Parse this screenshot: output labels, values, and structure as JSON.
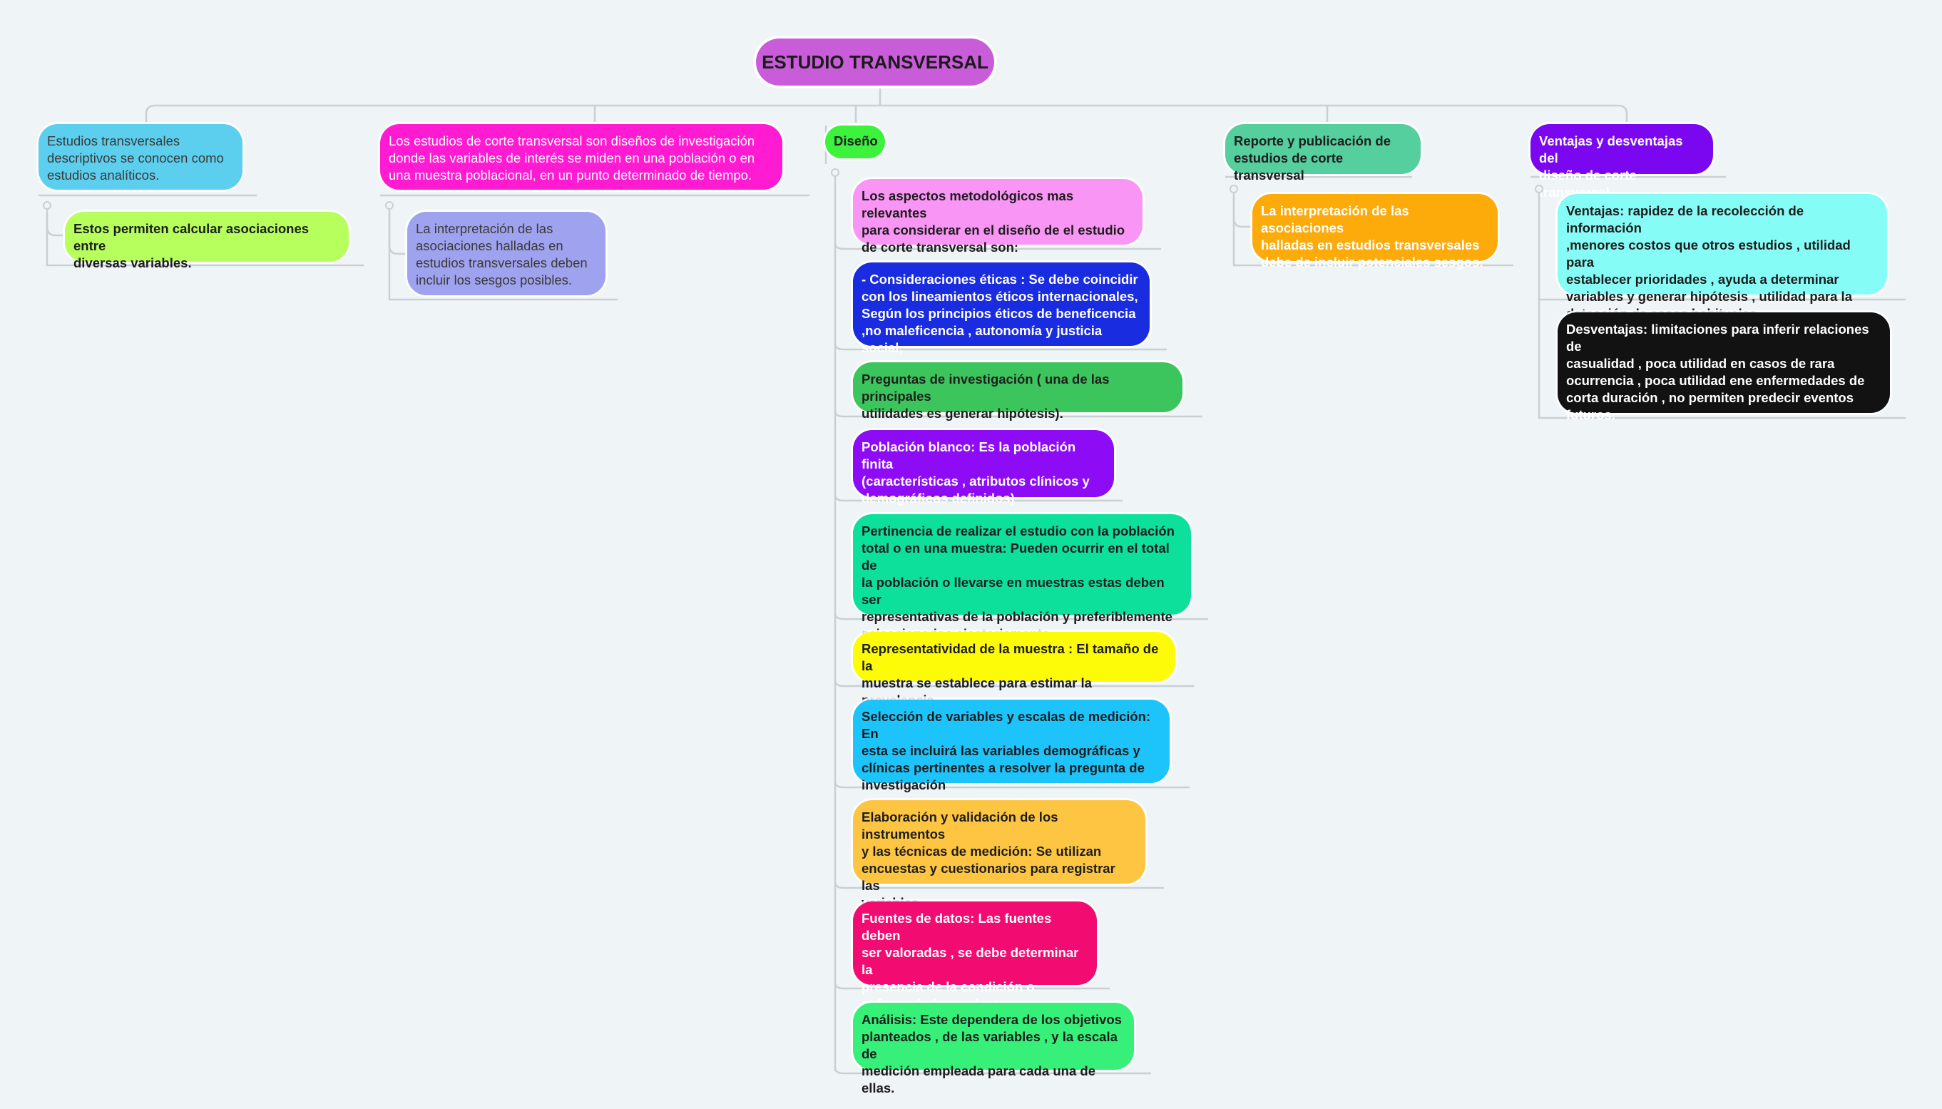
{
  "root": {
    "label": "ESTUDIO TRANSVERSAL",
    "color": "#c95dd9"
  },
  "branches": [
    {
      "label": "Estudios transversales\ndescriptivos se conocen como\nestudios analíticos.",
      "color": "#5ccfee",
      "children": [
        {
          "label": "Estos permiten calcular asociaciones entre\ndiversas variables.",
          "color": "#b6ff5c"
        }
      ]
    },
    {
      "label": "Los estudios de corte transversal son diseños de investigación\ndonde las variables de interés se miden en una población o en\nuna muestra poblacional, en un punto determinado de tiempo.",
      "color": "#ff1bd2",
      "children": [
        {
          "label": "La interpretación de las\nasociaciones halladas en\nestudios transversales deben\nincluir los sesgos posibles.",
          "color": "#9fa2ee"
        }
      ]
    },
    {
      "label": "Diseño",
      "color": "#3df23d",
      "children": [
        {
          "label": "Los aspectos metodológicos mas relevantes\npara considerar en el diseño de el estudio\nde corte transversal son:",
          "color": "#f996f5"
        },
        {
          "label": "- Consideraciones éticas : Se debe coincidir\ncon los lineamientos éticos internacionales,\nSegún los principios éticos de beneficencia\n,no maleficencia , autonomía y justicia social,",
          "color": "#1a2ce0"
        },
        {
          "label": "Preguntas de investigación ( una de las principales\nutilidades es generar hipótesis).",
          "color": "#3dc55d"
        },
        {
          "label": "Población blanco:  Es la población finita\n(características , atributos clínicos y\ndemográficos definidos)",
          "color": "#8e0bf5"
        },
        {
          "label": "Pertinencia de realizar el estudio con la población\ntotal o en una muestra: Pueden ocurrir en el total de\nla población o llevarse en muestras estas deben ser\nrepresentativas de la población y preferiblemente\nseleccionados aleatoriamente.",
          "color": "#0de09a"
        },
        {
          "label": "Representatividad de la muestra : El tamaño de la\nmuestra se establece para estimar la prevalencia.",
          "color": "#fdfb08"
        },
        {
          "label": "Selección de variables y escalas de medición: En\nesta se incluirá las variables demográficas y\nclínicas pertinentes a resolver la pregunta de\ninvestigación",
          "color": "#1dc3fb"
        },
        {
          "label": "Elaboración y validación de los instrumentos\ny las técnicas de medición: Se utilizan\nencuestas y cuestionarios para registrar las\nvariables.",
          "color": "#fdc541"
        },
        {
          "label": "Fuentes de datos: Las fuentes deben\nser valoradas , se debe determinar la\npresencia de la condición o\nenfermedad prevalente.",
          "color": "#f20c72"
        },
        {
          "label": "Análisis: Este dependera de los objetivos\nplanteados , de las variables , y la escala de\nmedición empleada para cada una de ellas.",
          "color": "#36f07a"
        }
      ]
    },
    {
      "label": "Reporte y publicación de\nestudios de corte transversal",
      "color": "#55cf9e",
      "children": [
        {
          "label": "La interpretación de las asociaciones\nhalladas en estudios transversales\ndebe de incluir potenciales sesgos.",
          "color": "#fdaa0b"
        }
      ]
    },
    {
      "label": "Ventajas y desventajas del\ndiseño de corte transversal",
      "color": "#7b06f0",
      "children": [
        {
          "label": "Ventajas: rapidez de la recolección de información\n,menores costos que otros estudios , utilidad para\nestablecer prioridades , ayuda a determinar\nvariables y generar hipótesis , utilidad para la\ndetección de casos habituales.",
          "color": "#86fcf6"
        },
        {
          "label": "Desventajas: limitaciones para inferir relaciones de\ncasualidad , poca utilidad en casos de rara\nocurrencia , poca utilidad ene enfermedades de\ncorta duración , no permiten predecir eventos\nfuturos.",
          "color": "#121212"
        }
      ]
    }
  ]
}
